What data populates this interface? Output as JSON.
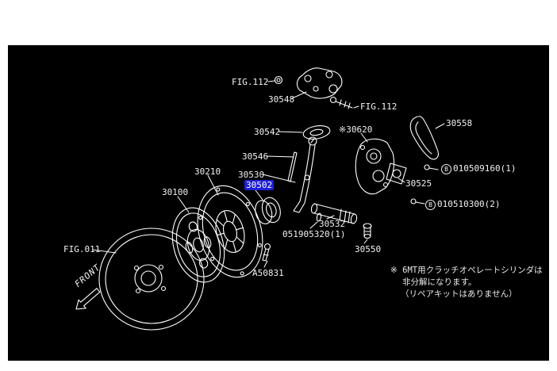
{
  "figure": {
    "background": "#000000",
    "line_color": "#ffffff",
    "highlight_color": "#1f1fd6",
    "front_label": "FRONT",
    "labels": [
      {
        "id": "fig112-top",
        "text": "FIG.112"
      },
      {
        "id": "30548",
        "text": "30548"
      },
      {
        "id": "fig112-right",
        "text": "FIG.112"
      },
      {
        "id": "30542",
        "text": "30542"
      },
      {
        "id": "30620",
        "text": "※30620"
      },
      {
        "id": "30558",
        "text": "30558"
      },
      {
        "id": "30546",
        "text": "30546"
      },
      {
        "id": "30530",
        "text": "30530"
      },
      {
        "id": "30502",
        "text": "30502",
        "highlighted": true
      },
      {
        "id": "30210",
        "text": "30210"
      },
      {
        "id": "30100",
        "text": "30100"
      },
      {
        "id": "30525",
        "text": "30525"
      },
      {
        "id": "bolt-b-1",
        "marker": "B",
        "text": "010509160(1)"
      },
      {
        "id": "bolt-b-2",
        "marker": "B",
        "text": "010510300(2)"
      },
      {
        "id": "30532",
        "text": "30532"
      },
      {
        "id": "051905320",
        "text": "051905320(1)"
      },
      {
        "id": "30550",
        "text": "30550"
      },
      {
        "id": "a50831",
        "text": "A50831"
      },
      {
        "id": "fig011",
        "text": "FIG.011"
      }
    ],
    "note": {
      "line1": "※ 6MT用クラッチオペレートシリンダは",
      "line2": "非分解になります。",
      "line3": "（リペアキットはありません）"
    }
  }
}
